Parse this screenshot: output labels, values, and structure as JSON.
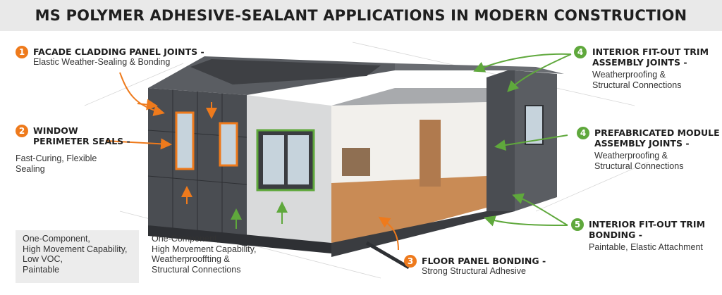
{
  "title": "MS POLYMER ADHESIVE-SEALANT APPLICATIONS IN MODERN CONSTRUCTION",
  "callouts": [
    {
      "number": "1",
      "heading_lines": [
        "FACADE CLADDING PANEL JOINTS -"
      ],
      "desc_lines": [
        "Elastic Weather-Sealing & Bonding"
      ]
    },
    {
      "number": "2",
      "heading_lines": [
        "WINDOW",
        "PERIMETER SEALS -"
      ],
      "desc_lines": [
        "Fast-Curing, Flexible",
        "Sealing"
      ]
    },
    {
      "number": "3",
      "heading_lines": [
        "FLOOR PANEL BONDING -"
      ],
      "desc_lines": [
        "Strong Structural Adhesive"
      ]
    },
    {
      "number": "4",
      "heading_lines": [
        "INTERIOR FIT-OUT TRIM",
        "ASSEMBLY JOINTS -"
      ],
      "desc_lines": [
        "Weatherproofing &",
        "Structural Connections"
      ]
    },
    {
      "number": "4",
      "heading_lines": [
        "PREFABRICATED MODULE",
        "ASSEMBLY JOINTS -"
      ],
      "desc_lines": [
        "Weatherproofing &",
        "Structural Connections"
      ]
    },
    {
      "number": "5",
      "heading_lines": [
        "INTERIOR FIT-OUT TRIM",
        "BONDING -"
      ],
      "desc_lines": [
        "Paintable, Elastic Attachment"
      ]
    }
  ],
  "notes": {
    "box_lines": [
      "One-Component,",
      "High Movement Capability,",
      "Low VOC,",
      "Paintable"
    ],
    "side_lines": [
      "One-Component,",
      "High Movement Capability,",
      "Weatherprooffting &",
      "Structural Connections"
    ]
  },
  "colors": {
    "accent_orange": "#ee7a1c",
    "accent_green": "#5fa83c",
    "title_bg": "#e9e9e9"
  }
}
